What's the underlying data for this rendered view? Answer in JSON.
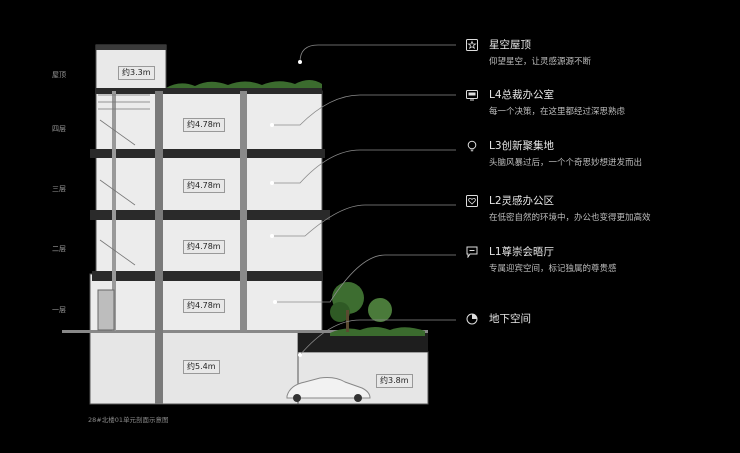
{
  "floor_labels": [
    "屋顶",
    "四层",
    "三层",
    "二层",
    "一层"
  ],
  "height_tags": [
    "约3.3m",
    "约4.78m",
    "约4.78m",
    "约4.78m",
    "约4.78m",
    "约5.4m",
    "约3.8m"
  ],
  "caption": "28#北楼01单元剖面示意图",
  "legend": [
    {
      "title": "星空屋顶",
      "desc": "仰望星空，让灵感源源不断",
      "icon": "star-icon"
    },
    {
      "title": "L4总裁办公室",
      "desc": "每一个决策，在这里都经过深思熟虑",
      "icon": "monitor-icon"
    },
    {
      "title": "L3创新聚集地",
      "desc": "头脑风暴过后，一个个奇思妙想迸发而出",
      "icon": "lightbulb-icon"
    },
    {
      "title": "L2灵感办公区",
      "desc": "在低密自然的环境中，办公也变得更加高效",
      "icon": "heart-icon"
    },
    {
      "title": "L1尊崇会晤厅",
      "desc": "专属迎宾空间，标记独属的尊贵感",
      "icon": "chat-icon"
    },
    {
      "title": "地下空间",
      "desc": "",
      "icon": "pie-icon"
    }
  ]
}
